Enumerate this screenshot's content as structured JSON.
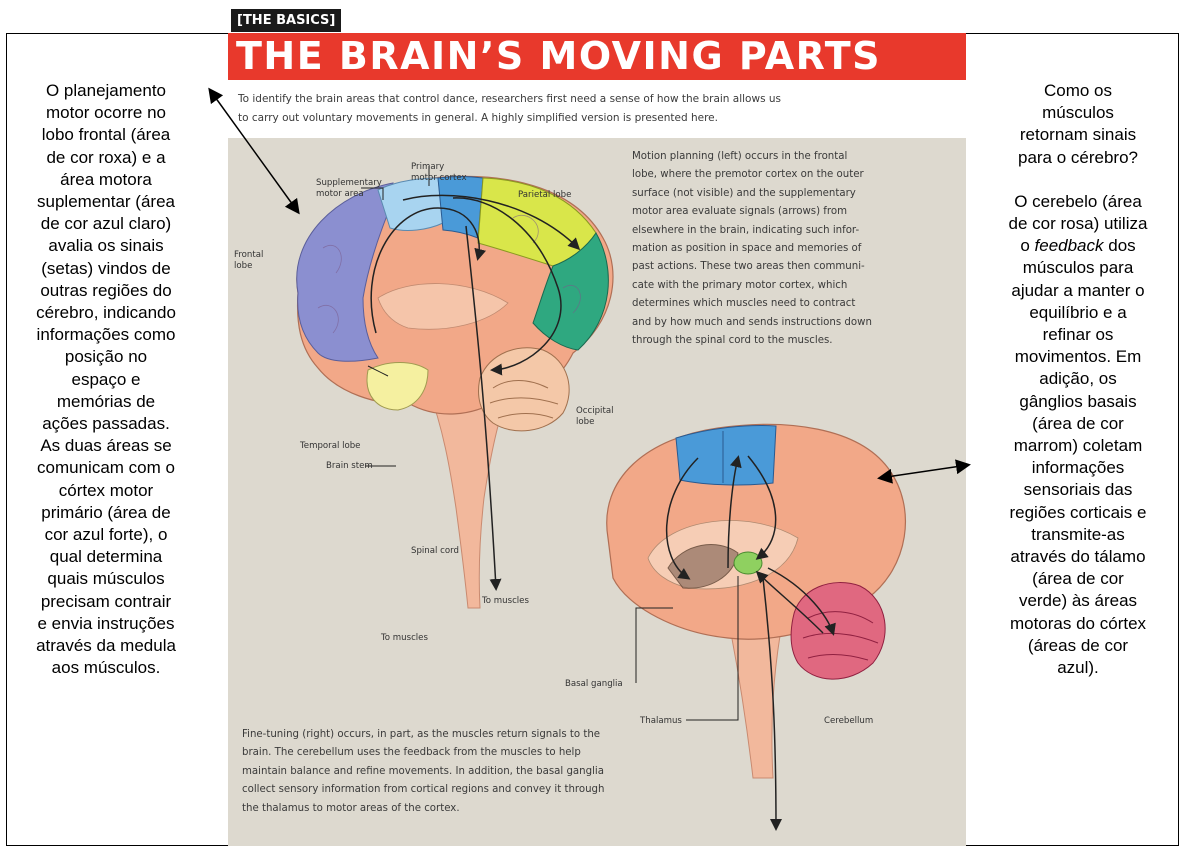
{
  "left_note": {
    "lines": [
      "O planejamento",
      "motor ocorre no",
      "lobo frontal (área",
      "de cor roxa) e a",
      "área motora",
      "suplementar (área",
      "de cor azul claro)",
      "avalia os sinais",
      "(setas) vindos de",
      "outras regiões do",
      "cérebro, indicando",
      "informações como",
      "posição no",
      "espaço e",
      "memórias de",
      "ações passadas.",
      "As duas áreas se",
      "comunicam com o",
      "córtex motor",
      "primário (área de",
      "cor azul forte), o",
      "qual determina",
      "quais músculos",
      "precisam contrair",
      "e envia instruções",
      "através da medula",
      "aos músculos."
    ]
  },
  "right_note": {
    "question_lines": [
      "Como os",
      "músculos",
      "retornam sinais",
      "para o cérebro?"
    ],
    "answer_lines_before": [
      "O cerebelo (área",
      "de cor rosa) utiliza",
      "o "
    ],
    "answer_italic": "feedback",
    "answer_after_italic": " dos",
    "answer_lines_after": [
      "músculos para",
      "ajudar a manter o",
      "equilíbrio e a",
      "refinar os",
      "movimentos. Em",
      "adição, os",
      "gânglios basais",
      "(área de cor",
      "marrom) coletam",
      "informações",
      "sensoriais das",
      "regiões corticais e",
      "transmite-as",
      "através do tálamo",
      "(área de cor",
      "verde) às áreas",
      "motoras do córtex",
      "(áreas de cor",
      "azul)."
    ]
  },
  "figure": {
    "tag": "[THE BASICS]",
    "title": "THE BRAIN’S MOVING PARTS",
    "intro_lines": [
      "To identify the brain areas that control dance, researchers first need a sense of how the brain allows us",
      "to carry out voluntary movements in general. A highly simplified version is presented here."
    ],
    "motion_text_lines": [
      "Motion planning (left) occurs in the frontal",
      "lobe, where the premotor cortex on the outer",
      "surface (not visible) and the supplementary",
      "motor area evaluate signals (arrows) from",
      "elsewhere in the brain, indicating such infor-",
      "mation as position in space and memories of",
      "past actions. These two areas then communi-",
      "cate with the primary motor cortex, which",
      "determines which muscles need to contract",
      "and by how much and sends instructions down",
      "through the spinal cord to the muscles."
    ],
    "finetune_text_lines": [
      "Fine-tuning (right) occurs, in part, as the muscles return signals to the",
      "brain. The cerebellum uses the feedback from the muscles to help",
      "maintain balance and refine movements. In addition, the basal ganglia",
      "collect sensory information from cortical regions and convey it through",
      "the thalamus to motor areas of the cortex."
    ],
    "labels": {
      "supplementary": [
        "Supplementary",
        "motor area"
      ],
      "primary": [
        "Primary",
        "motor cortex"
      ],
      "parietal": "Parietal lobe",
      "frontal": [
        "Frontal",
        "lobe"
      ],
      "occipital": [
        "Occipital",
        "lobe"
      ],
      "temporal": "Temporal lobe",
      "brainstem": "Brain stem",
      "spinal": "Spinal cord",
      "to_muscles_1": "To muscles",
      "to_muscles_2": "To muscles",
      "basal": "Basal ganglia",
      "thalamus": "Thalamus",
      "cerebellum": "Cerebellum"
    },
    "colors": {
      "title_red": "#e8392c",
      "frontal_purple": "#8b8fd0",
      "supp_light_blue": "#a8d4f0",
      "primary_blue": "#4a9ad8",
      "parietal_yellow": "#d9e64a",
      "occipital_green": "#2fa880",
      "temporal_yellow": "#f5f0a0",
      "cortex_orange": "#f2a888",
      "cerebellum_pink": "#e06880",
      "thalamus_green": "#8fd060",
      "basal_brown": "#9a7a6a"
    }
  }
}
